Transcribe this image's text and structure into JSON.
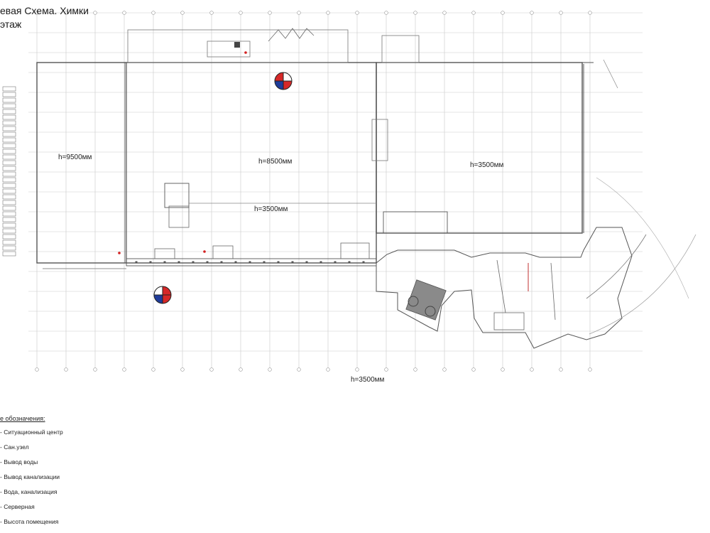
{
  "header": {
    "title_line1": "евая Схема. Химки",
    "title_line2": "этаж"
  },
  "plan": {
    "height_labels": [
      {
        "id": "h-9500",
        "text": "h=9500мм"
      },
      {
        "id": "h-8500",
        "text": "h=8500мм"
      },
      {
        "id": "h-3500-right",
        "text": "h=3500мм"
      },
      {
        "id": "h-3500-center",
        "text": "h=3500мм"
      },
      {
        "id": "h-3500-bottom",
        "text": "h=3500мм"
      }
    ],
    "compass_colors": {
      "red": "#d62828",
      "blue": "#1f3c9a",
      "white": "#ffffff"
    },
    "line_color": "#6b6b6b",
    "grid_color": "#c9c9c9",
    "highlight_color": "#d32020"
  },
  "legend": {
    "heading": "е обозначения:",
    "items": [
      "- Ситуационный центр",
      "- Сан.узел",
      "- Вывод воды",
      "- Вывод канализации",
      "- Вода, канализация",
      "- Серверная",
      "- Высота помещения"
    ]
  }
}
